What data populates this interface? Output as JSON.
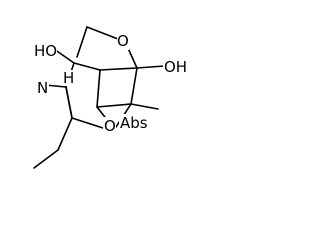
{
  "structure": {
    "atom_labels": {
      "ho_top": "HO",
      "ring_o_top": "O",
      "oh_right": "OH",
      "n": "N",
      "h_n": "H",
      "ring_o_bottom": "O",
      "abs": "Abs"
    }
  }
}
